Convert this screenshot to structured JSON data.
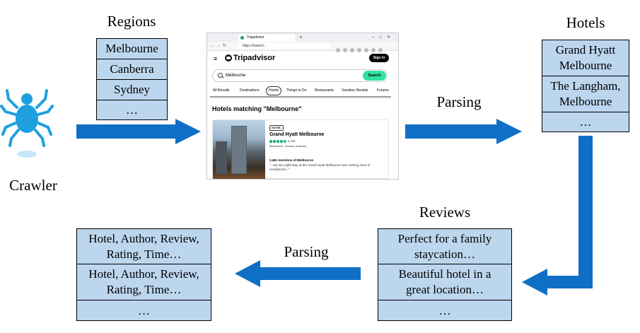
{
  "colors": {
    "arrow": "#0f6fc6",
    "table_fill": "#bcd6ee",
    "spider": "#1ea0e0"
  },
  "crawler": {
    "label": "Crawler",
    "icon": "spider-icon"
  },
  "regions": {
    "title": "Regions",
    "rows": [
      "Melbourne",
      "Canberra",
      "Sydney",
      "…"
    ]
  },
  "hotels": {
    "title": "Hotels",
    "rows": [
      "Grand Hyatt\nMelbourne",
      "The Langham,\nMelbourne",
      "…"
    ]
  },
  "reviews": {
    "title": "Reviews",
    "rows": [
      "Perfect for a family\nstaycation…",
      "Beautiful hotel in a\ngreat location…",
      "…"
    ]
  },
  "records": {
    "rows": [
      "Hotel, Author, Review,\nRating, Time…",
      "Hotel, Author, Review,\nRating, Time…",
      "…"
    ]
  },
  "arrows": {
    "parsing_top": "Parsing",
    "parsing_bottom": "Parsing"
  },
  "browser": {
    "tab_title": "Tripadvisor",
    "url": "https://www.tr...",
    "logo": "Tripadvisor",
    "sign_in": "Sign in",
    "search_value": "Melbourne",
    "search_button": "Search",
    "nav_tabs": [
      "All Results",
      "Destinations",
      "Hotels",
      "Things to Do",
      "Restaurants",
      "Vacation Rentals",
      "Forums"
    ],
    "active_tab": "Hotels",
    "heading": "Hotels matching \"Melbourne\"",
    "card": {
      "badge": "HOTEL",
      "name": "Grand Hyatt Melbourne",
      "review_count": "4,793",
      "rating": 4.5,
      "location": "Melbourne, Victoria, Australia",
      "mentions": "2,481 mentions of Melbourne",
      "quote": "\"...My two-night stay at the Grand Hyatt Melbourne was nothing short of exceptional...\""
    }
  }
}
